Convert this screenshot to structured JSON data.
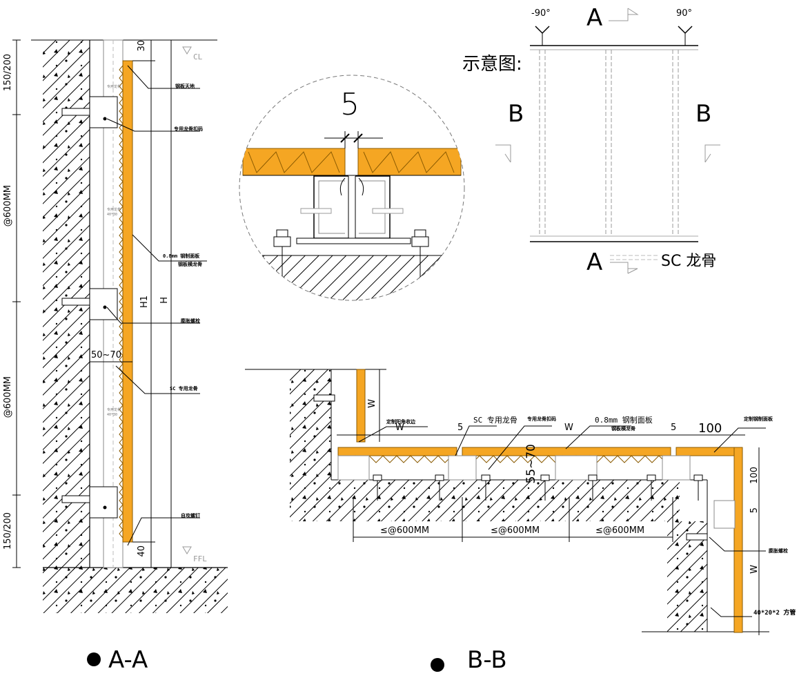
{
  "colors": {
    "panel": "#F5A623",
    "panel_stroke": "#8a5a00",
    "line": "#000000",
    "construction": "#9a9a9a"
  },
  "section_aa": {
    "caption": "A-A",
    "dims_left": [
      "150/200",
      "@600MM",
      "@600MM",
      "150/200"
    ],
    "dim_top": "30",
    "dim_bottom": "40",
    "h1": "H1",
    "h": "H",
    "gap": "50~70",
    "level_top": "CL",
    "level_bottom": "FFL",
    "callouts": [
      "钢板天地",
      "专用龙骨扣码",
      "0.8mm 钢制面板",
      "钢板横龙骨",
      "膨胀螺栓",
      "SC 专用龙骨",
      "自攻螺钉"
    ],
    "stud_text": [
      "专用龙骨",
      "40*30"
    ]
  },
  "detail": {
    "gap": "5"
  },
  "schematic": {
    "title": "示意图:",
    "cut_a": "A",
    "cut_b": "B",
    "angle_left": "-90°",
    "angle_right": "90°",
    "stud": "SC 龙骨"
  },
  "section_bb": {
    "caption": "B-B",
    "w": "W",
    "five": "5",
    "hundred": "100",
    "gap": "55~70",
    "spacing": [
      "≤@600MM",
      "≤@600MM",
      "≤@600MM"
    ],
    "callouts": [
      "定制阳角收边",
      "SC 专用龙骨",
      "专用龙骨扣码",
      "0.8mm 钢制面板",
      "钢板横龙骨",
      "定制钢制面板",
      "膨胀螺栓",
      "40*20*2 方管"
    ]
  }
}
